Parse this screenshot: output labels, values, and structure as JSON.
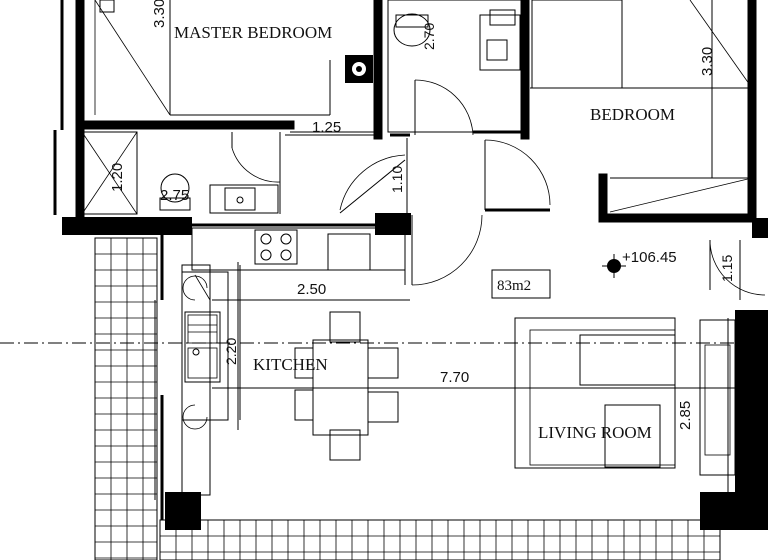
{
  "rooms": {
    "master_bedroom": "MASTER BEDROOM",
    "bedroom": "BEDROOM",
    "kitchen": "KITCHEN",
    "living_room": "LIVING ROOM"
  },
  "dimensions": {
    "master_left": "3.30",
    "corridor_width": "1.25",
    "bath_height": "1.20",
    "bath_width": "2.75",
    "wc_depth": "2.70",
    "bedroom_height": "3.30",
    "door_width": "1.10",
    "kitchen_width": "2.50",
    "kitchen_depth": "2.20",
    "living_length": "7.70",
    "living_right": "2.85",
    "right_opening": "1.15"
  },
  "level": "+106.45",
  "area": "83m2"
}
